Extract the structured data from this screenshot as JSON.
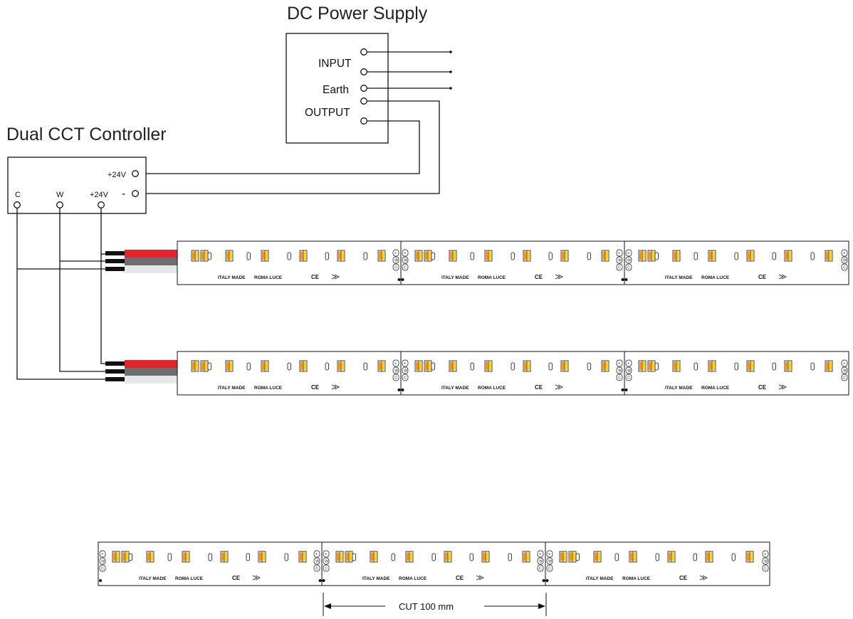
{
  "power_supply": {
    "title": "DC Power Supply",
    "input_label": "INPUT",
    "earth_label": "Earth",
    "output_label": "OUTPUT"
  },
  "controller": {
    "title": "Dual CCT Controller",
    "in_plus_label": "+24V",
    "in_minus_label": "-",
    "out_c_label": "C",
    "out_w_label": "W",
    "out_plus_label": "+24V"
  },
  "strip": {
    "marking_1": "ITALY MADE",
    "marking_2": "ROMA LUCE",
    "ce_mark": "CE",
    "pad_labels": [
      "+",
      "W",
      "C"
    ]
  },
  "cut_dimension": {
    "label": "CUT 100 mm"
  },
  "colors": {
    "wire_red": "#e4232b",
    "wire_gray": "#6d6e71",
    "wire_white": "#e6e7e8",
    "led_orange": "#f7941d",
    "led_yellow": "#ffd400"
  }
}
